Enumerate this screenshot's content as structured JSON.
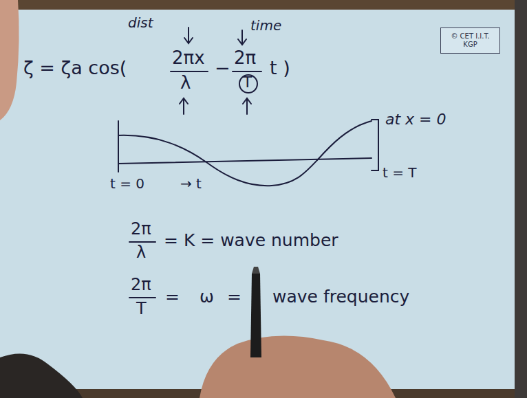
{
  "diagram": {
    "nodes": [
      {
        "text": [
          "© CET I.I.T. KGP"
        ]
      }
    ],
    "labels": [
      "dist",
      "time",
      "ζ = ζa cos(",
      "2πx",
      "λ",
      "−",
      "2π",
      "T",
      "t )",
      "at x = 0",
      "t = 0",
      "→ t",
      "t = T",
      "2π",
      "λ",
      "= K = wave number",
      "2π",
      "T",
      "=",
      "ω",
      "=",
      "wave frequency"
    ]
  }
}
